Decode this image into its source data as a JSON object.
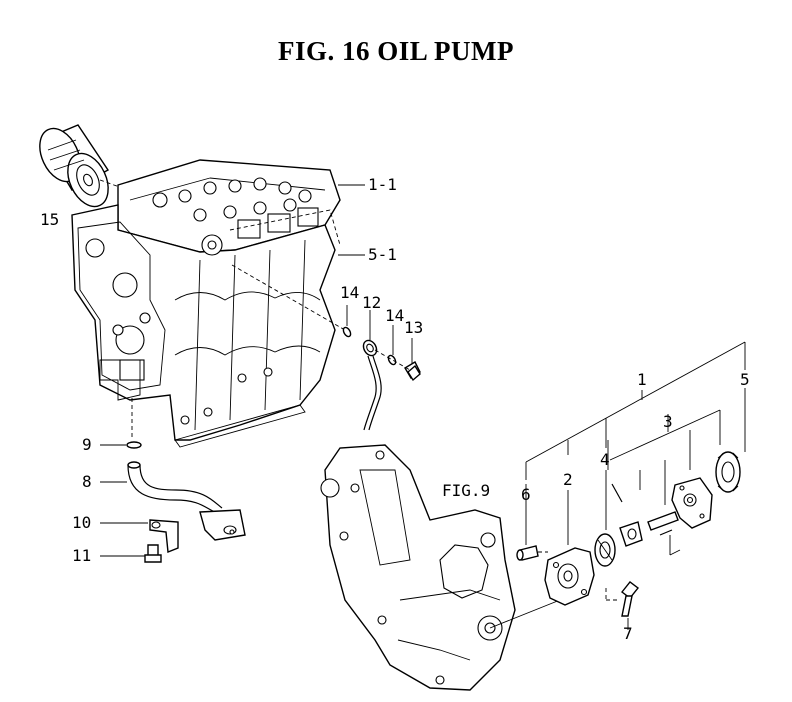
{
  "figure": {
    "title": "FIG. 16  OIL PUMP",
    "reference_label": "FIG.9"
  },
  "callouts": {
    "c1_1": "1-1",
    "c5_1": "5-1",
    "c15": "15",
    "c14a": "14",
    "c12": "12",
    "c14b": "14",
    "c13": "13",
    "c9": "9",
    "c8": "8",
    "c10": "10",
    "c11": "11",
    "c1": "1",
    "c5": "5",
    "c3": "3",
    "c4": "4",
    "c2": "2",
    "c6": "6",
    "c7": "7"
  }
}
